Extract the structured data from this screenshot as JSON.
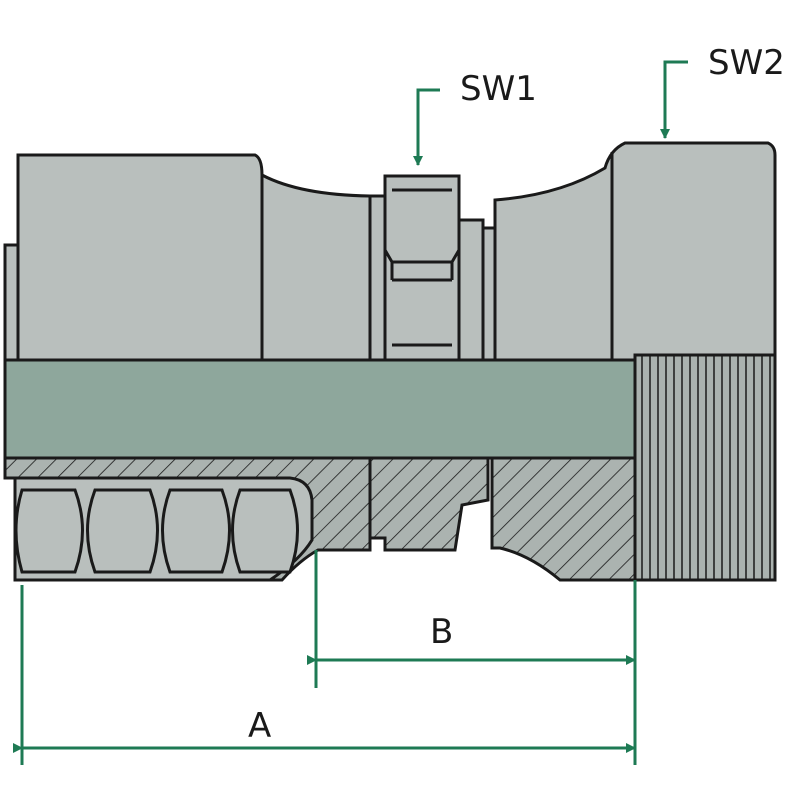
{
  "labels": {
    "sw1": "SW1",
    "sw2": "SW2",
    "a": "A",
    "b": "B"
  },
  "colors": {
    "body": "#b9bfbd",
    "bore": "#8ea79c",
    "hatch_fill": "#abb3b0",
    "outline": "#1a1a1a",
    "dimension": "#1e7a54"
  }
}
